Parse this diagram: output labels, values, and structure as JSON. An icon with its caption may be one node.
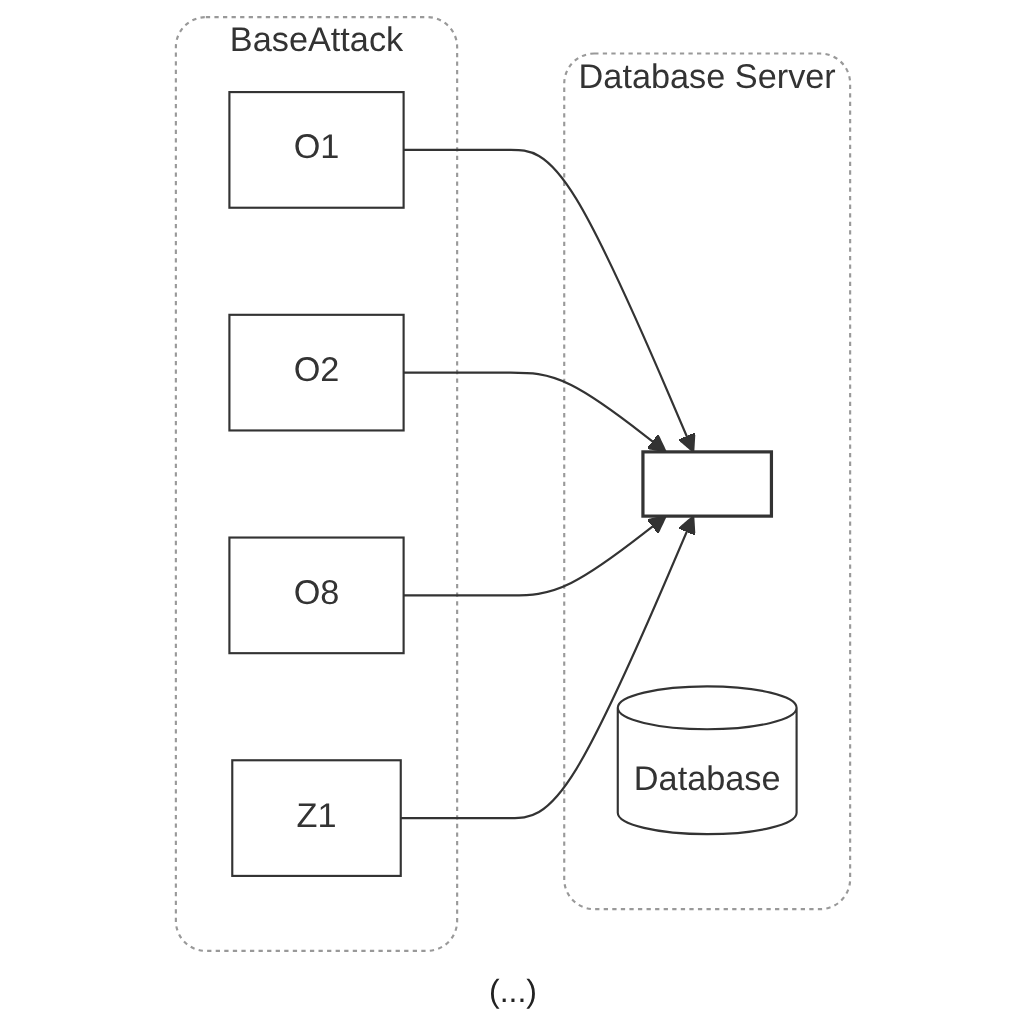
{
  "diagram": {
    "nodes": [
      {
        "text": [
          "BaseAttack"
        ]
      },
      {
        "text": [
          "O1"
        ],
        "in": 0
      },
      {
        "text": [
          "O2"
        ],
        "in": 0
      },
      {
        "text": [
          "O8"
        ],
        "in": 0
      },
      {
        "text": [
          "Z1"
        ],
        "in": 0
      },
      {
        "text": [
          "Database Server"
        ]
      },
      {
        "text": [],
        "shape": "bar",
        "in": 5
      },
      {
        "text": [
          "Database"
        ],
        "in": 5
      }
    ],
    "edges": [
      {
        "from": 1,
        "to": 6,
        "arrow": "to"
      },
      {
        "from": 2,
        "to": 6,
        "arrow": "to"
      },
      {
        "from": 3,
        "to": 6,
        "arrow": "to"
      },
      {
        "from": 4,
        "to": 6,
        "arrow": "to"
      }
    ],
    "labels": [
      "(...)"
    ]
  }
}
